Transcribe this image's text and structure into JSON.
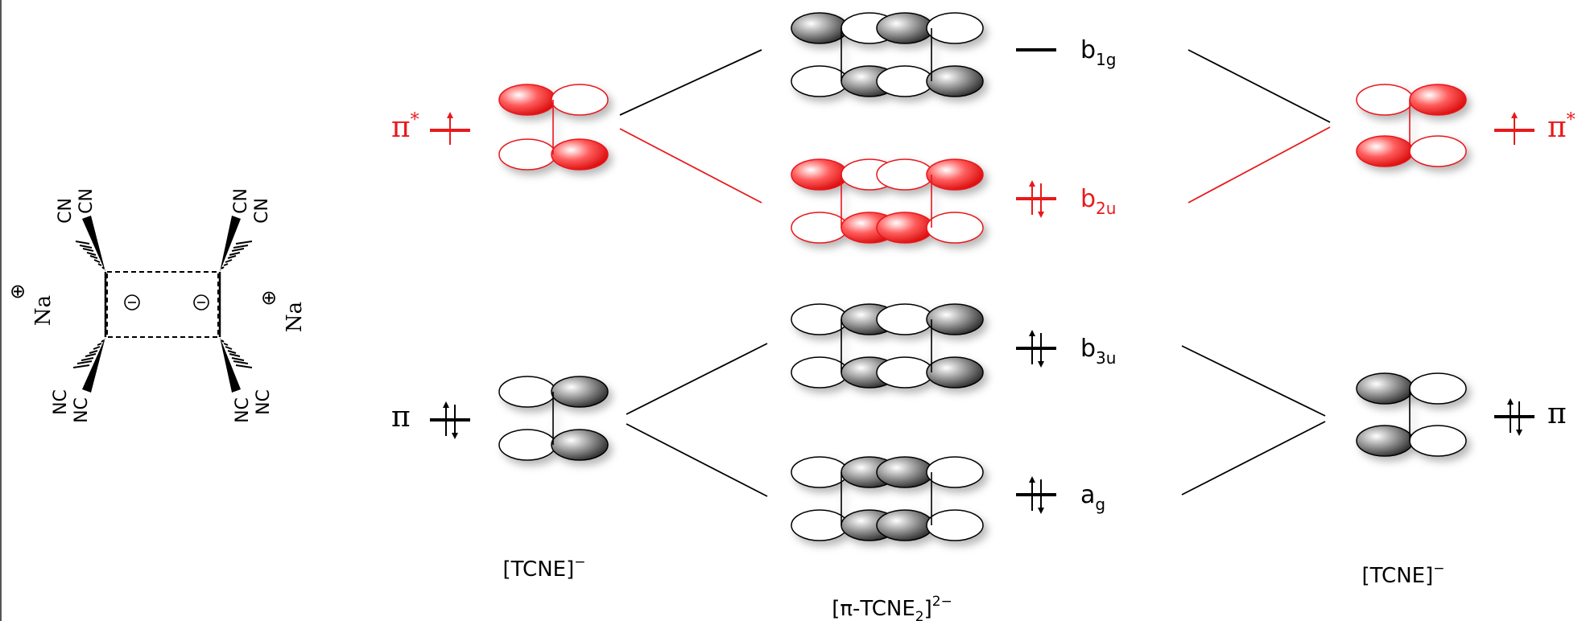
{
  "colors": {
    "highlight": "#e8191b",
    "ink": "#000000",
    "lobe_fill": "#9a9a9a"
  },
  "structure": {
    "cation_left": "Na",
    "cation_right": "Na",
    "plus_sign": "⊕",
    "minus_sign": "⊖",
    "cn_top_left_a": "CN",
    "cn_top_left_b": "CN",
    "cn_top_right_a": "CN",
    "cn_top_right_b": "CN",
    "nc_bottom_left_a": "NC",
    "nc_bottom_left_b": "NC",
    "nc_bottom_right_a": "NC",
    "nc_bottom_right_b": "NC"
  },
  "left_fragment": {
    "pi_star_symbol": "π",
    "pi_star_sup": "*",
    "pi_symbol": "π",
    "label_main": "[TCNE]",
    "label_sup": "−"
  },
  "right_fragment": {
    "pi_star_symbol": "π",
    "pi_star_sup": "*",
    "pi_symbol": "π",
    "label_main": "[TCNE]",
    "label_sup": "−"
  },
  "dimer": {
    "label_main": "[π-TCNE",
    "label_sub": "2",
    "label_close": "]",
    "label_sup": "2−",
    "levels": [
      {
        "base": "b",
        "sub": "1g",
        "occupancy": "empty",
        "highlighted": false
      },
      {
        "base": "b",
        "sub": "2u",
        "occupancy": "paired",
        "highlighted": true
      },
      {
        "base": "b",
        "sub": "3u",
        "occupancy": "paired",
        "highlighted": false
      },
      {
        "base": "a",
        "sub": "g",
        "occupancy": "paired",
        "highlighted": false
      }
    ]
  }
}
